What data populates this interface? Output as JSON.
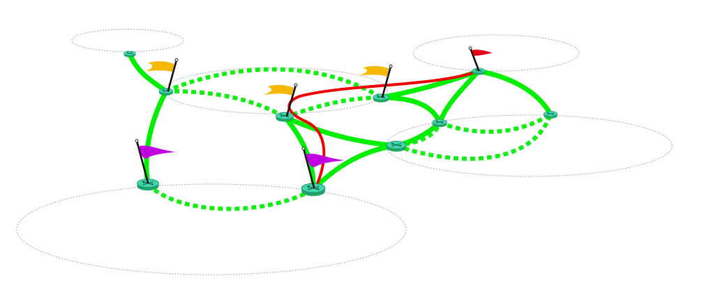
{
  "diagram": {
    "type": "network-topology",
    "colors": {
      "link": "#00ee00",
      "highlighted_path": "#ee0000",
      "zone_outline": "#a8a8a8",
      "router": "#3fd6a8",
      "flag_yellow": "#f5b800",
      "flag_red": "#e8001c",
      "flag_purple": "#c000e0"
    },
    "icons": [
      "router-icon",
      "flag-icon"
    ],
    "zones": [
      "zone-1",
      "zone-2",
      "zone-3",
      "zone-4",
      "zone-5"
    ],
    "routers": [
      "r1",
      "r2",
      "r3",
      "r4",
      "r5",
      "r6",
      "r7",
      "r8",
      "r9",
      "r10"
    ],
    "links": [
      {
        "from": "r1",
        "to": "r2",
        "style": "solid"
      },
      {
        "from": "r2",
        "to": "r3",
        "style": "solid"
      },
      {
        "from": "r2",
        "to": "r6",
        "style": "dotted"
      },
      {
        "from": "r2",
        "to": "r4",
        "style": "dotted"
      },
      {
        "from": "r4",
        "to": "r6",
        "style": "dotted"
      },
      {
        "from": "r3",
        "to": "r5",
        "style": "dotted"
      },
      {
        "from": "r4",
        "to": "r5",
        "style": "solid"
      },
      {
        "from": "r4",
        "to": "r8",
        "style": "solid"
      },
      {
        "from": "r5",
        "to": "r8",
        "style": "solid"
      },
      {
        "from": "r6",
        "to": "r7",
        "style": "solid"
      },
      {
        "from": "r6",
        "to": "r9",
        "style": "solid"
      },
      {
        "from": "r7",
        "to": "r9",
        "style": "solid"
      },
      {
        "from": "r7",
        "to": "r10",
        "style": "solid"
      },
      {
        "from": "r9",
        "to": "r10",
        "style": "dotted"
      },
      {
        "from": "r8",
        "to": "r9",
        "style": "dotted"
      },
      {
        "from": "r8",
        "to": "r10",
        "style": "dotted"
      }
    ],
    "highlighted_path": [
      "r5",
      "r4",
      "r6",
      "r7"
    ],
    "flags": [
      {
        "router": "r2",
        "color": "yellow"
      },
      {
        "router": "r4",
        "color": "yellow"
      },
      {
        "router": "r6",
        "color": "yellow"
      },
      {
        "router": "r7",
        "color": "red"
      },
      {
        "router": "r3",
        "color": "purple"
      },
      {
        "router": "r5",
        "color": "purple"
      }
    ]
  }
}
